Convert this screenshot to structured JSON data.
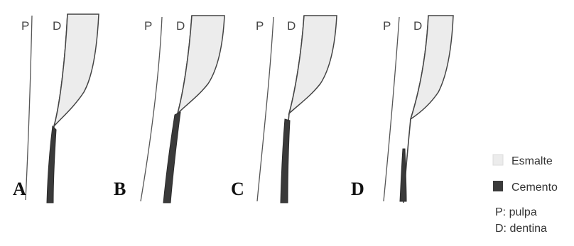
{
  "panels": [
    {
      "letter": "A",
      "p_label": "P",
      "d_label": "D",
      "cemento_reach": "meets-enamel"
    },
    {
      "letter": "B",
      "p_label": "P",
      "d_label": "D",
      "cemento_reach": "overlaps-enamel"
    },
    {
      "letter": "C",
      "p_label": "P",
      "d_label": "D",
      "cemento_reach": "near-enamel"
    },
    {
      "letter": "D",
      "p_label": "P",
      "d_label": "D",
      "cemento_reach": "gap-to-enamel"
    }
  ],
  "legend": {
    "esmalte": "Esmalte",
    "cemento": "Cemento",
    "pulpa": "P: pulpa",
    "dentina": "D: dentina"
  },
  "colors": {
    "esmalte": "#ececec",
    "cemento": "#3a3a3a",
    "outline": "#444444"
  }
}
